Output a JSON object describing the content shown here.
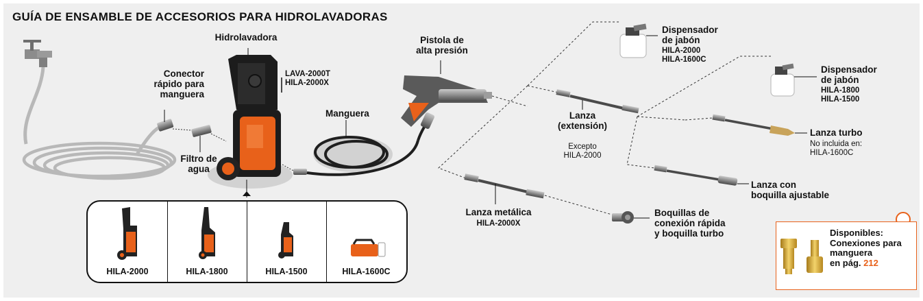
{
  "title": "GUÍA DE ENSAMBLE DE ACCESORIOS PARA HIDROLAVADORAS",
  "labels": {
    "hidrolavadora": "Hidrolavadora",
    "hidrolavadora_models": "LAVA-2000T\nHILA-2000X",
    "conector": "Conector\nrápido para\nmanguera",
    "filtro": "Filtro de\nagua",
    "manguera": "Manguera",
    "pistola": "Pistola de\nalta presión",
    "lanza_ext": "Lanza\n(extensión)",
    "lanza_ext_note": "Excepto\nHILA-2000",
    "lanza_metalica": "Lanza metálica",
    "lanza_metalica_model": "HILA-2000X",
    "boquillas": "Boquillas de\nconexión rápida\ny boquilla turbo",
    "dispensador1": "Dispensador\nde jabón",
    "dispensador1_models": "HILA-2000\nHILA-1600C",
    "dispensador2": "Dispensador\nde jabón",
    "dispensador2_models": "HILA-1800\nHILA-1500",
    "lanza_turbo": "Lanza turbo",
    "lanza_turbo_note": "No incluida en:\nHILA-1600C",
    "lanza_ajustable": "Lanza con\nboquilla ajustable"
  },
  "models": [
    "HILA-2000",
    "HILA-1800",
    "HILA-1500",
    "HILA-1600C"
  ],
  "available": {
    "text": "Disponibles:\nConexiones para\nmanguera\nen pág.",
    "page": "212"
  },
  "colors": {
    "accent": "#e8611a",
    "body": "#1c1c1c",
    "steel": "#7a7a7a"
  },
  "icons": [
    "faucet-icon",
    "magnifier-icon"
  ]
}
